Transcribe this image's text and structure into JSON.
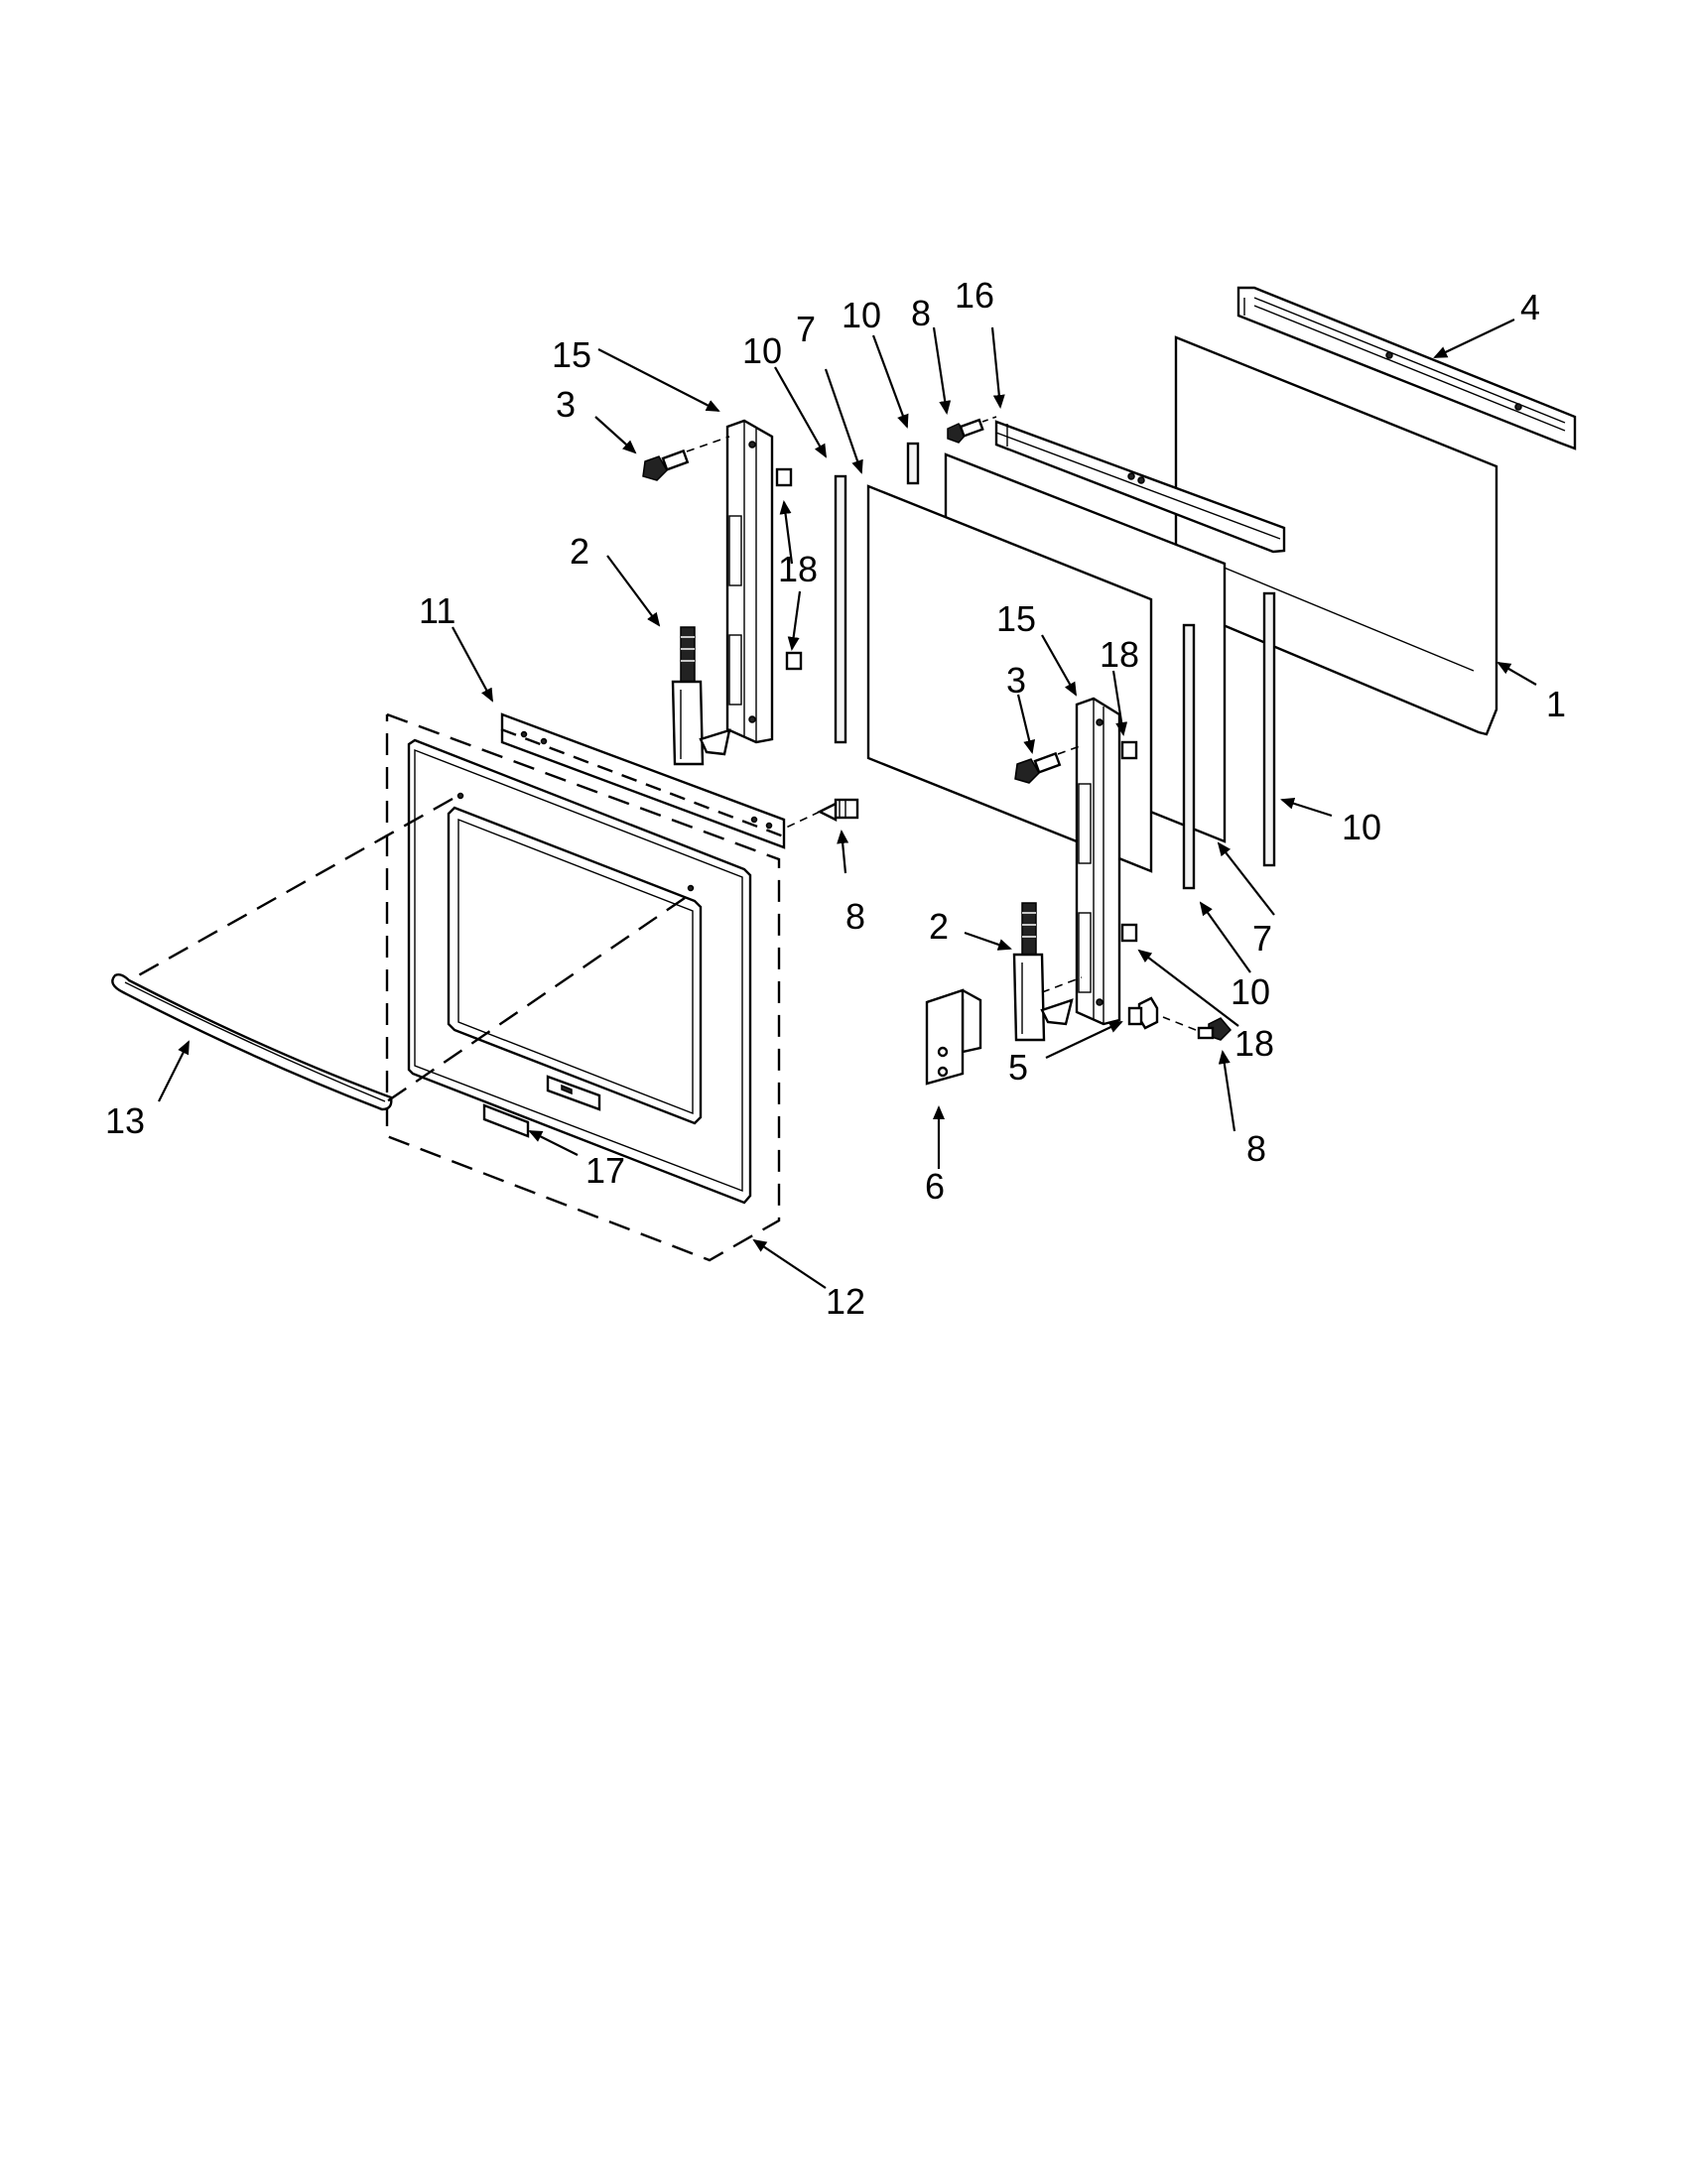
{
  "callouts": {
    "c1": "1",
    "c2a": "2",
    "c2b": "2",
    "c3a": "3",
    "c3b": "3",
    "c4": "4",
    "c5": "5",
    "c6": "6",
    "c7a": "7",
    "c7b": "7",
    "c8a": "8",
    "c8b": "8",
    "c8c": "8",
    "c10a": "10",
    "c10b": "10",
    "c10c": "10",
    "c10d": "10",
    "c11": "11",
    "c12": "12",
    "c13": "13",
    "c15a": "15",
    "c15b": "15",
    "c16": "16",
    "c17": "17",
    "c18a": "18",
    "c18b": "18",
    "c18c": "18"
  },
  "icons": {
    "arrowhead": "arrowhead-icon"
  }
}
